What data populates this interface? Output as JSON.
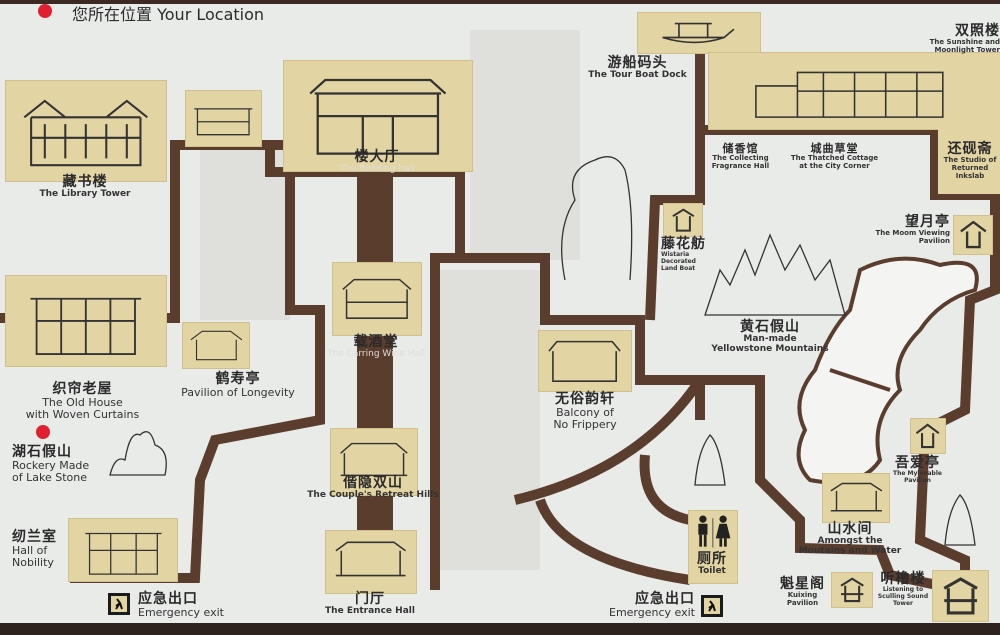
{
  "legend": {
    "zh": "您所在位置",
    "en": "Your Location",
    "marker_color": "#e0202e"
  },
  "colors": {
    "path": "#5b3d2e",
    "building_bg": "#e3d5a3",
    "background": "#e9ebe9"
  },
  "places": {
    "library_tower": {
      "zh": "藏书楼",
      "en": "The Library Tower"
    },
    "building_hall": {
      "zh": "楼大厅",
      "en": "The Building hall"
    },
    "carrying_wine_hall": {
      "zh": "载酒堂",
      "en": "The Carring Wine Hall"
    },
    "couple_retreat_hills": {
      "zh": "偕隐双山",
      "en": "The Couple's Retreat Hills"
    },
    "entrance_hall": {
      "zh": "门厅",
      "en": "The Entrance Hall"
    },
    "old_house": {
      "zh": "织帘老屋",
      "en1": "The Old House",
      "en2": "with Woven Curtains"
    },
    "pavilion_longevity": {
      "zh": "鹤寿亭",
      "en": "Pavilion of Longevity"
    },
    "rockery": {
      "zh": "湖石假山",
      "en1": "Rockery Made",
      "en2": "of Lake Stone"
    },
    "hall_nobility": {
      "zh": "纫兰室",
      "en1": "Hall of",
      "en2": "Nobility"
    },
    "tour_boat_dock": {
      "zh": "游船码头",
      "en": "The Tour Boat Dock"
    },
    "sunshine_tower": {
      "zh": "双照楼",
      "en1": "The Sunshine and",
      "en2": "Moonlight Tower"
    },
    "fragrance_hall": {
      "zh": "储香馆",
      "en1": "The Collecting",
      "en2": "Fragrance Hall"
    },
    "thatched_cottage": {
      "zh": "城曲草堂",
      "en1": "The Thatched Cottage",
      "en2": "at the City Corner"
    },
    "studio_inkslab": {
      "zh": "还砚斋",
      "en1": "The Studio of",
      "en2": "Returned",
      "en3": "Inkslab"
    },
    "wistaria_boat": {
      "zh": "藤花舫",
      "en1": "Wistaria",
      "en2": "Decorated",
      "en3": "Land Boat"
    },
    "moon_pavilion": {
      "zh": "望月亭",
      "en1": "The Moom Viewing",
      "en2": "Pavilion"
    },
    "yellowstone": {
      "zh": "黄石假山",
      "en1": "Man-made",
      "en2": "Yellowstone Mountains"
    },
    "balcony": {
      "zh": "无俗韵轩",
      "en1": "Balcony of",
      "en2": "No Frippery"
    },
    "mylovable_pavilion": {
      "zh": "吾爱亭",
      "en1": "The Mylovable",
      "en2": "Pavilion"
    },
    "mountains_water": {
      "zh": "山水间",
      "en1": "Amongst the",
      "en2": "Moutains and Water"
    },
    "toilet": {
      "zh": "厕所",
      "en": "Toilet"
    },
    "kuixing_pavilion": {
      "zh": "魁星阁",
      "en1": "Kuixing",
      "en2": "Pavilion"
    },
    "sculling_tower": {
      "zh": "听橹楼",
      "en1": "Listening to",
      "en2": "Sculling Sound",
      "en3": "Tower"
    }
  },
  "exits": [
    {
      "zh": "应急出口",
      "en": "Emergency exit"
    },
    {
      "zh": "应急出口",
      "en": "Emergency exit"
    }
  ]
}
